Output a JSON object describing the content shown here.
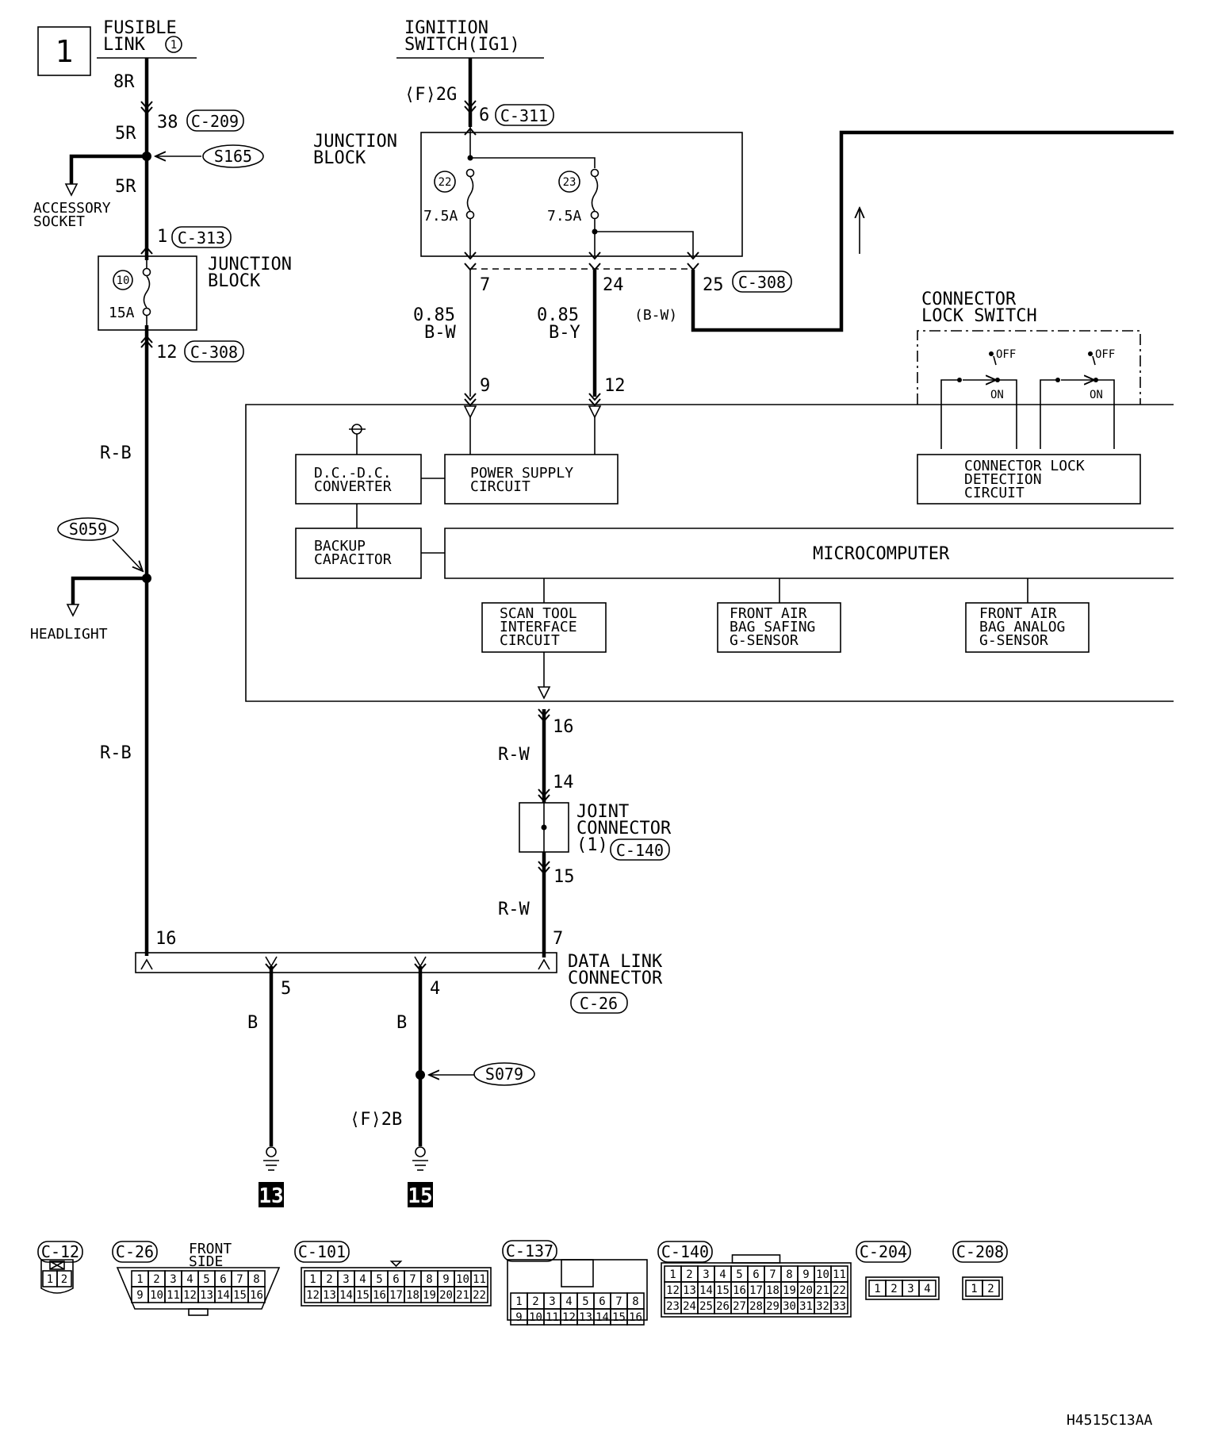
{
  "page_number": "1",
  "sources": {
    "fusible_link": "FUSIBLE\nLINK",
    "fusible_link_no": "1",
    "ignition_switch": "IGNITION\nSWITCH(IG1)"
  },
  "junction_block_left": {
    "title": "JUNCTION\nBLOCK",
    "fuse_no": "10",
    "fuse_rating": "15A",
    "in_pin": "1",
    "in_conn": "C-313",
    "out_pin": "12",
    "out_conn": "C-308"
  },
  "junction_block_top": {
    "title": "JUNCTION\nBLOCK",
    "in_pin": "6",
    "in_conn": "C-311",
    "fuse_a_no": "22",
    "fuse_a_rating": "7.5A",
    "fuse_b_no": "23",
    "fuse_b_rating": "7.5A",
    "pin_7": "7",
    "pin_24": "24",
    "pin_25": "25",
    "out_conn": "C-308"
  },
  "wires": {
    "fl_8r": "8R",
    "fl_5r_a": "5R",
    "fl_5r_b": "5R",
    "pin_38": "38",
    "c209": "C-209",
    "ig_f2g": "⟨F⟩2G",
    "rb_1": "R-B",
    "rb_2": "R-B",
    "bw_size": "0.85",
    "bw": "B-W",
    "by_size": "0.85",
    "by": "B-Y",
    "bw_paren": "(B-W)",
    "pin_9": "9",
    "pin_12": "12",
    "pin_16_out": "16",
    "rw_1": "R-W",
    "pin_14": "14",
    "pin_15": "15",
    "rw_2": "R-W",
    "pin_7_dlc": "7",
    "pin_16_dlc": "16",
    "pin_5": "5",
    "pin_4": "4",
    "b_1": "B",
    "b_2": "B",
    "f2b": "⟨F⟩2B"
  },
  "splices": {
    "s165": "S165",
    "s059": "S059",
    "s079": "S079"
  },
  "branches": {
    "accessory_socket": "ACCESSORY\nSOCKET",
    "headlight": "HEADLIGHT"
  },
  "connector_lock_switch": {
    "title": "CONNECTOR\nLOCK SWITCH",
    "off_1": "OFF",
    "on_1": "ON",
    "off_2": "OFF",
    "on_2": "ON"
  },
  "module_blocks": {
    "dcdc": "D.C.-D.C.\nCONVERTER",
    "power_supply": "POWER SUPPLY\nCIRCUIT",
    "connector_lock_detection": "CONNECTOR LOCK\nDETECTION\nCIRCUIT",
    "backup_capacitor": "BACKUP\nCAPACITOR",
    "microcomputer": "MICROCOMPUTER",
    "scan_tool": "SCAN TOOL\nINTERFACE\nCIRCUIT",
    "front_safing": "FRONT AIR\nBAG SAFING\nG-SENSOR",
    "front_analog": "FRONT AIR\nBAG ANALOG\nG-SENSOR"
  },
  "joint_connector": {
    "title": "JOINT\nCONNECTOR\n(1)",
    "conn": "C-140"
  },
  "data_link_connector": {
    "title": "DATA LINK\nCONNECTOR",
    "conn": "C-26"
  },
  "grounds": {
    "g13": "13",
    "g15": "15"
  },
  "connector_views": [
    {
      "id": "C-12",
      "note": "",
      "rows": [
        [
          "1",
          "2"
        ]
      ]
    },
    {
      "id": "C-26",
      "note": "FRONT\nSIDE",
      "rows": [
        [
          "1",
          "2",
          "3",
          "4",
          "5",
          "6",
          "7",
          "8"
        ],
        [
          "9",
          "10",
          "11",
          "12",
          "13",
          "14",
          "15",
          "16"
        ]
      ]
    },
    {
      "id": "C-101",
      "note": "",
      "rows": [
        [
          "1",
          "2",
          "3",
          "4",
          "5",
          "6",
          "7",
          "8",
          "9",
          "10",
          "11"
        ],
        [
          "12",
          "13",
          "14",
          "15",
          "16",
          "17",
          "18",
          "19",
          "20",
          "21",
          "22"
        ]
      ]
    },
    {
      "id": "C-137",
      "note": "",
      "rows": [
        [
          "1",
          "2",
          "3",
          "4",
          "5",
          "6",
          "7",
          "8"
        ],
        [
          "9",
          "10",
          "11",
          "12",
          "13",
          "14",
          "15",
          "16"
        ]
      ]
    },
    {
      "id": "C-140",
      "note": "",
      "rows": [
        [
          "1",
          "2",
          "3",
          "4",
          "5",
          "6",
          "7",
          "8",
          "9",
          "10",
          "11"
        ],
        [
          "12",
          "13",
          "14",
          "15",
          "16",
          "17",
          "18",
          "19",
          "20",
          "21",
          "22"
        ],
        [
          "23",
          "24",
          "25",
          "26",
          "27",
          "28",
          "29",
          "30",
          "31",
          "32",
          "33"
        ]
      ]
    },
    {
      "id": "C-204",
      "note": "",
      "rows": [
        [
          "1",
          "2",
          "3",
          "4"
        ]
      ]
    },
    {
      "id": "C-208",
      "note": "",
      "rows": [
        [
          "1",
          "2"
        ]
      ]
    }
  ],
  "figure_code": "H4515C13AA"
}
